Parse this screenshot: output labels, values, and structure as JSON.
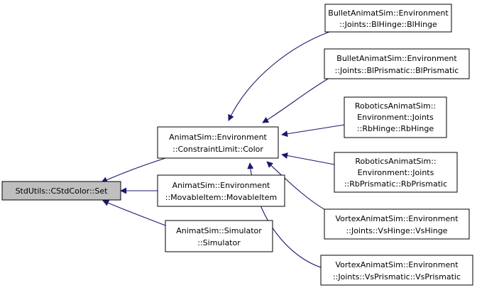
{
  "colors": {
    "edge": "#191970",
    "node_border": "#000000",
    "root_fill": "#bfbfbf",
    "node_fill": "#ffffff"
  },
  "nodes": {
    "root": {
      "lines": [
        "StdUtils::CStdColor::Set"
      ]
    },
    "constraint_color": {
      "lines": [
        "AnimatSim::Environment",
        "::ConstraintLimit::Color"
      ]
    },
    "movable_item": {
      "lines": [
        "AnimatSim::Environment",
        "::MovableItem::MovableItem"
      ]
    },
    "simulator": {
      "lines": [
        "AnimatSim::Simulator",
        "::Simulator"
      ]
    },
    "bl_hinge": {
      "lines": [
        "BulletAnimatSim::Environment",
        "::Joints::BlHinge::BlHinge"
      ]
    },
    "bl_prismatic": {
      "lines": [
        "BulletAnimatSim::Environment",
        "::Joints::BlPrismatic::BlPrismatic"
      ]
    },
    "rb_hinge": {
      "lines": [
        "RoboticsAnimatSim::",
        "Environment::Joints",
        "::RbHinge::RbHinge"
      ]
    },
    "rb_prismatic": {
      "lines": [
        "RoboticsAnimatSim::",
        "Environment::Joints",
        "::RbPrismatic::RbPrismatic"
      ]
    },
    "vs_hinge": {
      "lines": [
        "VortexAnimatSim::Environment",
        "::Joints::VsHinge::VsHinge"
      ]
    },
    "vs_prismatic": {
      "lines": [
        "VortexAnimatSim::Environment",
        "::Joints::VsPrismatic::VsPrismatic"
      ]
    }
  },
  "edges": [
    {
      "from": "constraint_color",
      "to": "root"
    },
    {
      "from": "movable_item",
      "to": "root"
    },
    {
      "from": "simulator",
      "to": "root"
    },
    {
      "from": "bl_hinge",
      "to": "constraint_color"
    },
    {
      "from": "bl_prismatic",
      "to": "constraint_color"
    },
    {
      "from": "rb_hinge",
      "to": "constraint_color"
    },
    {
      "from": "rb_prismatic",
      "to": "constraint_color"
    },
    {
      "from": "vs_hinge",
      "to": "constraint_color"
    },
    {
      "from": "vs_prismatic",
      "to": "constraint_color"
    }
  ]
}
